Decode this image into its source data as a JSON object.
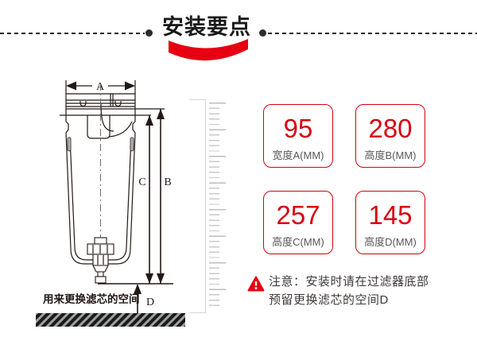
{
  "header": {
    "title": "安装要点"
  },
  "diagram": {
    "dim_label_a": "A",
    "dim_label_b": "B",
    "dim_label_c": "C",
    "dim_label_d": "D",
    "space_note": "用来更换滤芯的空间"
  },
  "specs": {
    "boxes": [
      {
        "value": "95",
        "label": "宽度A(MM)"
      },
      {
        "value": "280",
        "label": "高度B(MM)"
      },
      {
        "value": "257",
        "label": "高度C(MM)"
      },
      {
        "value": "145",
        "label": "高度D(MM)"
      }
    ]
  },
  "note": {
    "line1": "注意：安装时请在过滤器底部",
    "line2": "预留更换滤芯的空间D"
  },
  "colors": {
    "accent_red": "#e60012",
    "number_red": "#d7000f",
    "label_gray": "#595757",
    "note_text_gray": "#3e3a39",
    "line_dark": "#231815",
    "ruler_gray": "#c9caca",
    "ground_gray": "#9e9f9f"
  }
}
